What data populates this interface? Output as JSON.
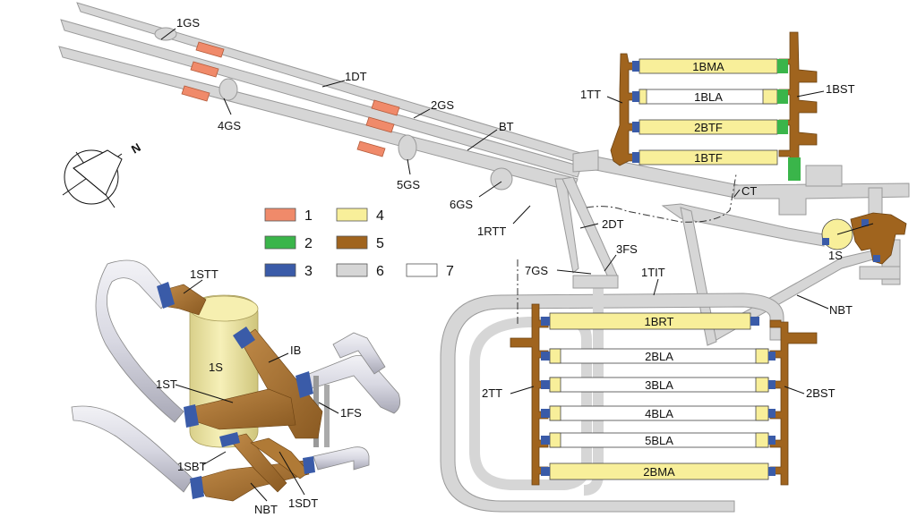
{
  "colors": {
    "1": "#f08a6a",
    "2": "#3ab54a",
    "3": "#3a5ba8",
    "4": "#f8ef9a",
    "5": "#a0641e",
    "6": "#d6d6d6",
    "7": "#ffffff"
  },
  "compass": {
    "north": "N"
  },
  "legend": [
    {
      "label": "1",
      "key": "1"
    },
    {
      "label": "2",
      "key": "2"
    },
    {
      "label": "3",
      "key": "3"
    },
    {
      "label": "4",
      "key": "4"
    },
    {
      "label": "5",
      "key": "5"
    },
    {
      "label": "6",
      "key": "6"
    },
    {
      "label": "7",
      "key": "7"
    }
  ],
  "labels": {
    "gs1": "1GS",
    "dt1": "1DT",
    "gs4": "4GS",
    "gs2": "2GS",
    "bt": "BT",
    "gs5": "5GS",
    "gs6": "6GS",
    "rtt1": "1RTT",
    "dt2": "2DT",
    "fs3": "3FS",
    "gs7": "7GS",
    "ct": "CT",
    "s1": "1S",
    "tit1": "1TIT",
    "nbt": "NBT",
    "tt1": "1TT",
    "bst1": "1BST",
    "bma1": "1BMA",
    "bla1": "1BLA",
    "btf2": "2BTF",
    "btf1": "1BTF",
    "brt1": "1BRT",
    "bla2": "2BLA",
    "bla3": "3BLA",
    "bla4": "4BLA",
    "bla5": "5BLA",
    "bma2": "2BMA",
    "tt2": "2TT",
    "bst2": "2BST",
    "stt1": "1STT",
    "ib": "IB",
    "s1_3d": "1S",
    "st1": "1ST",
    "fs1": "1FS",
    "sbt1": "1SBT",
    "nbt_3d": "NBT",
    "sdt1": "1SDT"
  }
}
